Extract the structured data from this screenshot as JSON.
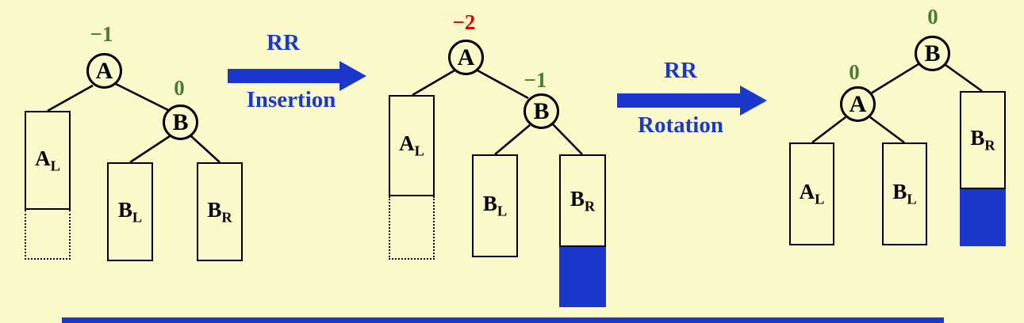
{
  "colors": {
    "background": "#FAF9C9",
    "blue": "#1A38CC",
    "green": "#4C7B36",
    "red": "#E00000"
  },
  "arrow1": {
    "line1": "RR",
    "line2": "Insertion"
  },
  "arrow2": {
    "line1": "RR",
    "line2": "Rotation"
  },
  "tree1": {
    "nodeA": {
      "label": "A",
      "balance": "−1"
    },
    "nodeB": {
      "label": "B",
      "balance": "0"
    },
    "al": {
      "base": "A",
      "sub": "L"
    },
    "bl": {
      "base": "B",
      "sub": "L"
    },
    "br": {
      "base": "B",
      "sub": "R"
    }
  },
  "tree2": {
    "nodeA": {
      "label": "A",
      "balance": "−2"
    },
    "nodeB": {
      "label": "B",
      "balance": "−1"
    },
    "al": {
      "base": "A",
      "sub": "L"
    },
    "bl": {
      "base": "B",
      "sub": "L"
    },
    "br": {
      "base": "B",
      "sub": "R"
    }
  },
  "tree3": {
    "nodeB": {
      "label": "B",
      "balance": "0"
    },
    "nodeA": {
      "label": "A",
      "balance": "0"
    },
    "al": {
      "base": "A",
      "sub": "L"
    },
    "bl": {
      "base": "B",
      "sub": "L"
    },
    "br": {
      "base": "B",
      "sub": "R"
    }
  }
}
